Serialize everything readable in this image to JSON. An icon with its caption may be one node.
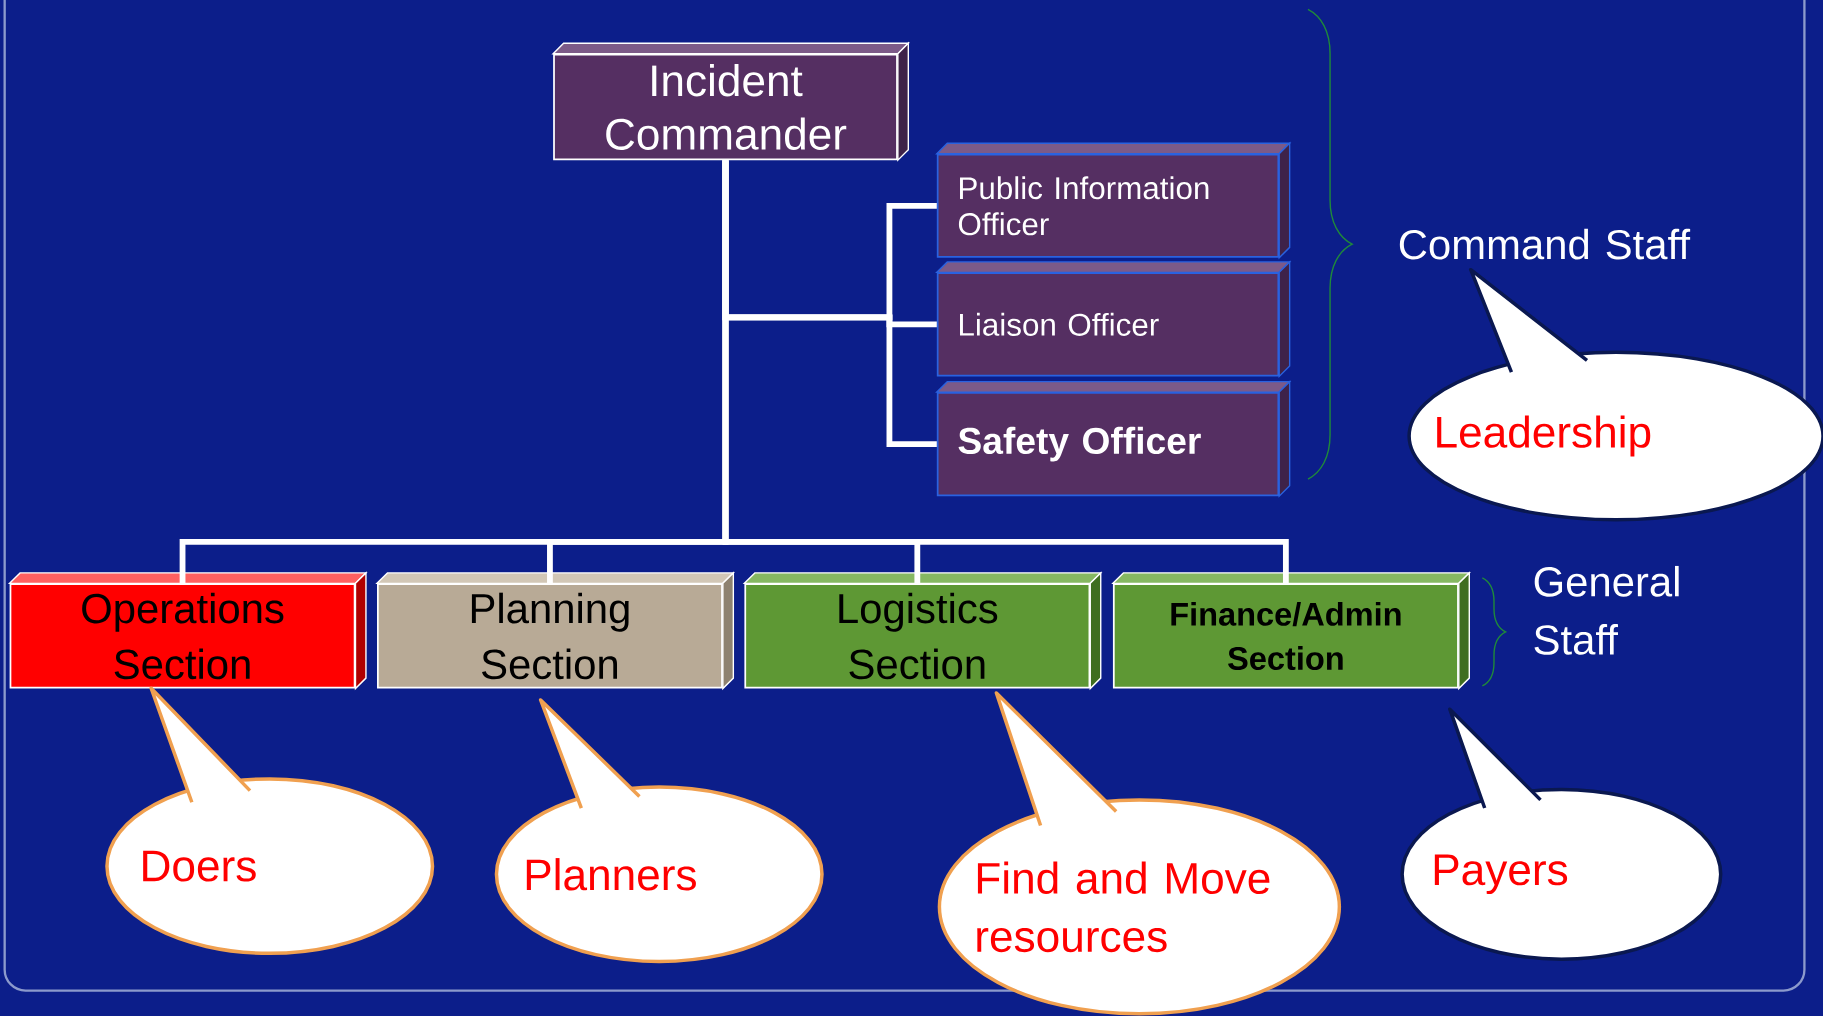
{
  "diagram": {
    "nodes": [
      {
        "text": [
          "Incident Commander"
        ]
      },
      {
        "text": [
          "Public Information Officer"
        ]
      },
      {
        "text": [
          "Liaison Officer"
        ]
      },
      {
        "text": [
          "Safety Officer"
        ]
      },
      {
        "text": [
          "Operations Section"
        ]
      },
      {
        "text": [
          "Planning Section"
        ]
      },
      {
        "text": [
          "Logistics Section"
        ]
      },
      {
        "text": [
          "Finance/Admin Section"
        ]
      },
      {
        "text": [
          "Leadership"
        ]
      },
      {
        "text": [
          "Doers"
        ]
      },
      {
        "text": [
          "Planners"
        ]
      },
      {
        "text": [
          "Find and Move resources"
        ]
      },
      {
        "text": [
          "Payers"
        ]
      }
    ],
    "edges": [
      {
        "from": 0,
        "to": 1,
        "arrow": "none"
      },
      {
        "from": 0,
        "to": 2,
        "arrow": "none"
      },
      {
        "from": 0,
        "to": 3,
        "arrow": "none"
      },
      {
        "from": 0,
        "to": 4,
        "arrow": "none"
      },
      {
        "from": 0,
        "to": 5,
        "arrow": "none"
      },
      {
        "from": 0,
        "to": 6,
        "arrow": "none"
      },
      {
        "from": 0,
        "to": 7,
        "arrow": "none"
      }
    ],
    "labels": [
      "Command Staff",
      "General Staff"
    ]
  }
}
